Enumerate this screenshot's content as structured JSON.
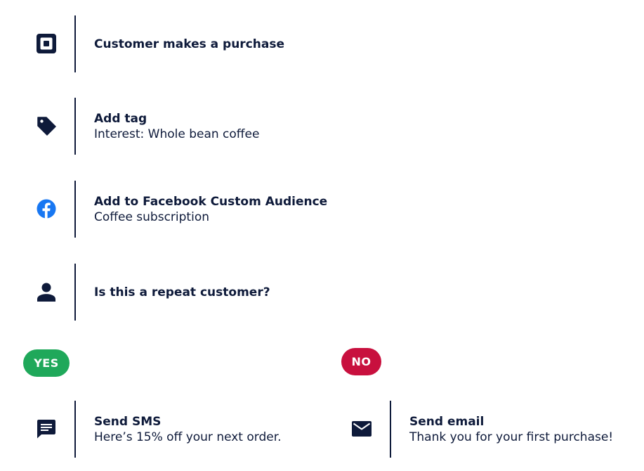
{
  "steps": [
    {
      "icon": "square-logo-icon",
      "title": "Customer makes a purchase",
      "subtitle": ""
    },
    {
      "icon": "tag-icon",
      "title": "Add tag",
      "subtitle": "Interest: Whole bean coffee"
    },
    {
      "icon": "facebook-icon",
      "title": "Add to Facebook Custom Audience",
      "subtitle": "Coffee subscription"
    },
    {
      "icon": "person-icon",
      "title": "Is this a repeat customer?",
      "subtitle": ""
    }
  ],
  "branches": {
    "yes": {
      "label": "YES",
      "color": "#1fa85a",
      "step": {
        "icon": "chat-message-icon",
        "title": "Send SMS",
        "subtitle": "Here’s 15% off your next order."
      }
    },
    "no": {
      "label": "NO",
      "color": "#c8103e",
      "step": {
        "icon": "envelope-icon",
        "title": "Send email",
        "subtitle": "Thank you for your first purchase!"
      }
    }
  },
  "colors": {
    "text": "#0e1a3a",
    "facebook": "#1877f2"
  }
}
